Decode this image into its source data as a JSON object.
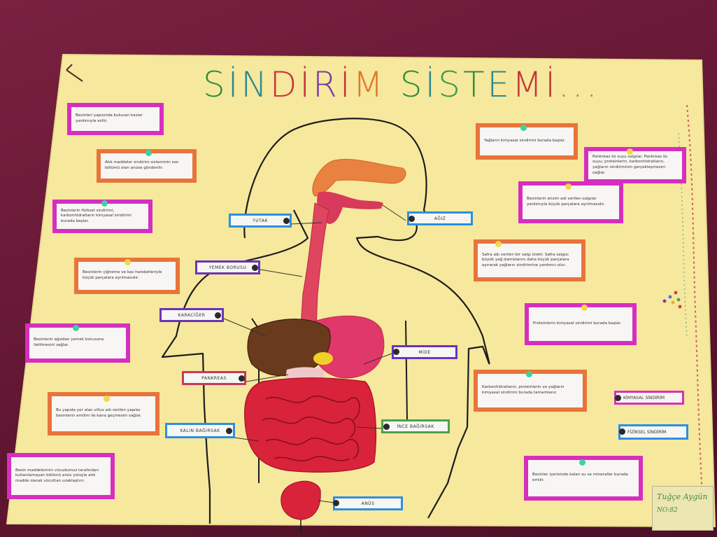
{
  "poster": {
    "title_letters": [
      {
        "ch": "S",
        "color": "#2f8d3d"
      },
      {
        "ch": "İ",
        "color": "#2b8a8f"
      },
      {
        "ch": "N",
        "color": "#2b8a8f"
      },
      {
        "ch": "D",
        "color": "#c8313d"
      },
      {
        "ch": "İ",
        "color": "#c8313d"
      },
      {
        "ch": "R",
        "color": "#7a3aa4"
      },
      {
        "ch": "İ",
        "color": "#c8313d"
      },
      {
        "ch": "M",
        "color": "#e2762b"
      },
      {
        "ch": " ",
        "color": "#000"
      },
      {
        "ch": "S",
        "color": "#2f8d3d"
      },
      {
        "ch": "İ",
        "color": "#2b8a8f"
      },
      {
        "ch": "S",
        "color": "#3a9a48"
      },
      {
        "ch": "T",
        "color": "#2f8d3d"
      },
      {
        "ch": "E",
        "color": "#2b8a8f"
      },
      {
        "ch": "M",
        "color": "#c8313d"
      },
      {
        "ch": "İ",
        "color": "#c8313d"
      },
      {
        "ch": "...",
        "color": "#e2762b"
      }
    ],
    "organ_labels": {
      "yutak": "YUTAK",
      "agiz": "AĞIZ",
      "yemek_borusu": "YEMEK BORUSU",
      "karaciger": "KARACİĞER",
      "mide": "MİDE",
      "pankreas": "PANKREAS",
      "ince_bagirsak": "İNCE BAĞIRSAK",
      "kalin_bagirsak": "KALIN BAĞIRSAK",
      "anus": "ANÜS"
    },
    "legend": {
      "kimyasal": "KİMYASAL SİNDİRİM",
      "fiziksel": "FİZİKSEL SİNDİRİM"
    },
    "cards_left": [
      "Besinleri yapısında bulunan kaslar yardımıyla ezilir.",
      "Atık maddeler sindirim sisteminin son bölümü olan anüse gönderilir.",
      "Besinlerin fiziksel sindirimi, karbonhidratların kimyasal sindirimi burada başlar.",
      "Besinlerin çiğneme ve kas hareketleriyle küçük parçalara ayrılmasıdır.",
      "Besinlerin ağızdan yemek borusuna iletilmesini sağlar.",
      "Bu yapıda yer alan villus adı verilen yapılar besinlerin emilim ile kana geçmesini sağlar.",
      "Besin maddelerinin vücudumuz tarafından kullanılamayan bölümü anüs yoluyla atık madde olarak vücuttan uzaklaştırır."
    ],
    "cards_right": [
      "Yağların kimyasal sindirimi burada başlar.",
      "Pankreas öz suyu salgılar. Pankreas öz suyu; proteinlerin, karbonhidratların, yağların sindiriminin gerçekleşmesini sağlar.",
      "Besinlerin enzim adı verilen salgılar yardımıyla küçük parçalara ayrılmasıdır.",
      "Safra adı verilen bir salgı üretir. Safra salgısı büyük yağ damlalarını daha küçük parçalara ayırarak yağların sindirimine yardımcı olur.",
      "Proteinlerin kimyasal sindirimi burada başlar.",
      "Karbonhidratların, proteinlerin ve yağların kimyasal sindirimi burada tamamlanır.",
      "Besinler içerisinde kalan su ve mineraller burada emilir."
    ],
    "signature": {
      "name": "Tuğçe Aygün",
      "no": "NO:82"
    },
    "colors": {
      "paper": "#f6e89d",
      "magenta": "#d62fbf",
      "orange": "#e8743a",
      "blue": "#2d8fe0",
      "purple": "#6a34b8"
    }
  }
}
